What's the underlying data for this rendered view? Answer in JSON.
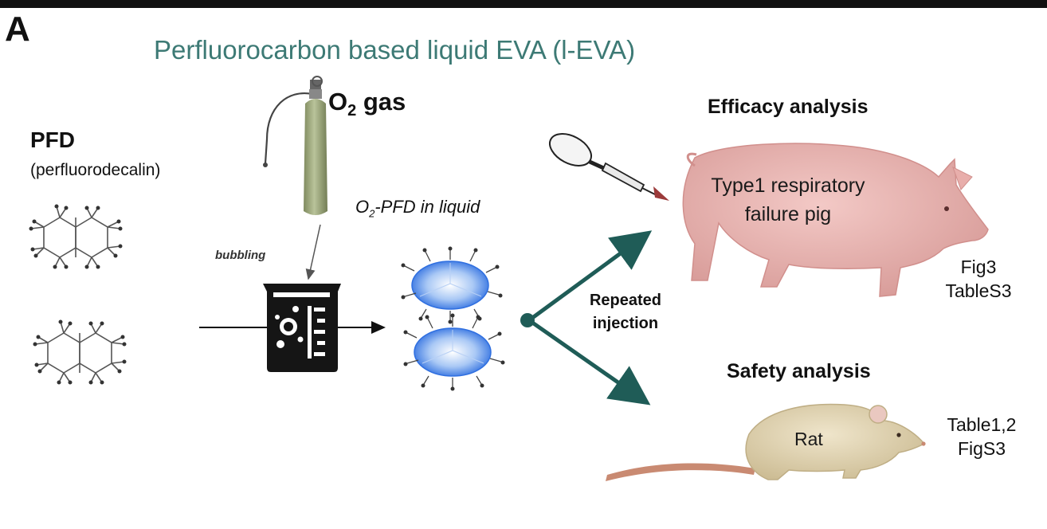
{
  "panel_label": "A",
  "title": "Perfluorocarbon  based liquid EVA (l-EVA)",
  "pfd": {
    "name": "PFD",
    "fullname": "(perfluorodecalin)"
  },
  "oxygen": {
    "prefix": "O",
    "subscript": "2",
    "suffix": " gas"
  },
  "o2pfd": {
    "prefix": "O",
    "subscript": "2",
    "suffix": "-PFD in liquid"
  },
  "bubbling": "bubbling",
  "route": {
    "line1": "Repeated",
    "line2": "injection"
  },
  "efficacy": {
    "heading": "Efficacy analysis",
    "animal_line1": "Type1  respiratory",
    "animal_line2": "failure  pig",
    "ref_line1": "Fig3",
    "ref_line2": "TableS3"
  },
  "safety": {
    "heading": "Safety analysis",
    "animal": "Rat",
    "ref_line1": "Table1,2",
    "ref_line2": "FigS3"
  },
  "colors": {
    "title": "#3d7a75",
    "arrow_teal": "#1f5c57",
    "pig": "#e8b3b0",
    "rat": "#e3d6b6",
    "cylinder": "#9aa67a",
    "droplet": "#5b8ee6",
    "beaker": "#151515"
  },
  "icons": [
    "molecule-icon",
    "gas-cylinder-icon",
    "beaker-icon",
    "droplet-icon",
    "syringe-icon",
    "pig-icon",
    "rat-icon"
  ]
}
